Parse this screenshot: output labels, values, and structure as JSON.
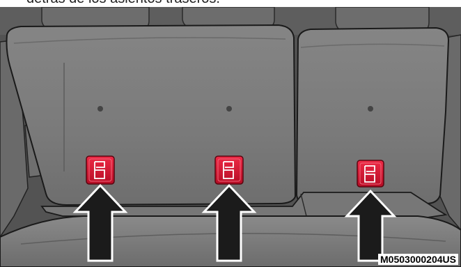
{
  "caption": {
    "text": "detrás de los asientos traseros."
  },
  "figure": {
    "image_code": "M0503000204US",
    "colors": {
      "seat_gray": "#7a7a7a",
      "cabin_dark": "#525252",
      "outline": "#1a1a1a",
      "anchor_red": "#d0122e",
      "arrow_fill": "#1b1b1b",
      "arrow_outline": "#ffffff"
    },
    "anchors": [
      {
        "name": "left-anchor",
        "icon": "tether-anchor-icon"
      },
      {
        "name": "center-anchor",
        "icon": "tether-anchor-icon"
      },
      {
        "name": "right-anchor",
        "icon": "tether-anchor-icon"
      }
    ],
    "arrows": [
      {
        "points_to": "left-anchor",
        "icon": "up-arrow-icon"
      },
      {
        "points_to": "center-anchor",
        "icon": "up-arrow-icon"
      },
      {
        "points_to": "right-anchor",
        "icon": "up-arrow-icon"
      }
    ]
  }
}
